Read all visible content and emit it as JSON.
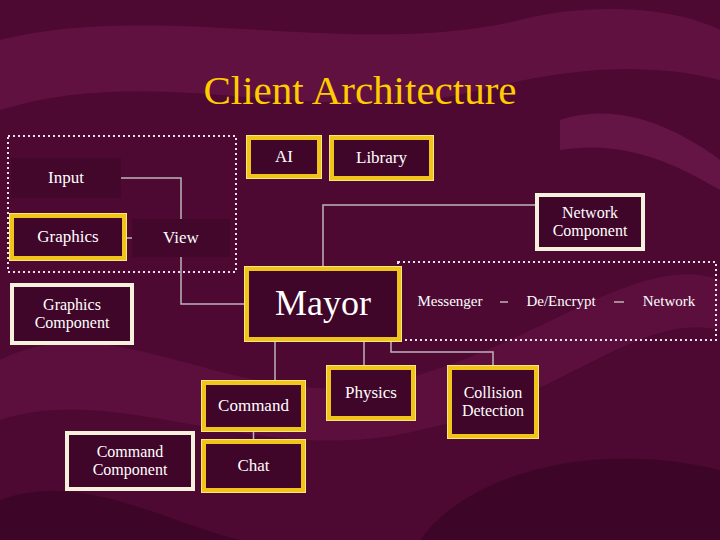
{
  "diagram": {
    "title": "Client Architecture",
    "nodes": [
      {
        "text": [
          "AI"
        ]
      },
      {
        "text": [
          "Library"
        ]
      },
      {
        "text": [
          "Input"
        ]
      },
      {
        "text": [
          "Network Component"
        ]
      },
      {
        "text": [
          "Graphics"
        ]
      },
      {
        "text": [
          "View"
        ]
      },
      {
        "text": [
          "Graphics Component"
        ]
      },
      {
        "text": [
          "Mayor"
        ]
      },
      {
        "text": [
          "Messenger"
        ]
      },
      {
        "text": [
          "De/Encrypt"
        ]
      },
      {
        "text": [
          "Network"
        ]
      },
      {
        "text": [
          "Command"
        ]
      },
      {
        "text": [
          "Physics"
        ]
      },
      {
        "text": [
          "Collision Detection"
        ]
      },
      {
        "text": [
          "Command Component"
        ]
      },
      {
        "text": [
          "Chat"
        ]
      }
    ],
    "edges": [
      {
        "from": 2,
        "to": 5,
        "arrow": "none"
      },
      {
        "from": 4,
        "to": 5,
        "arrow": "none"
      },
      {
        "from": 5,
        "to": 7,
        "arrow": "none"
      },
      {
        "from": 7,
        "to": 3,
        "arrow": "none"
      },
      {
        "from": 7,
        "to": 8,
        "arrow": "none"
      },
      {
        "from": 8,
        "to": 9,
        "arrow": "none"
      },
      {
        "from": 9,
        "to": 10,
        "arrow": "none"
      },
      {
        "from": 7,
        "to": 11,
        "arrow": "none"
      },
      {
        "from": 11,
        "to": 15,
        "arrow": "none"
      },
      {
        "from": 7,
        "to": 12,
        "arrow": "none"
      },
      {
        "from": 7,
        "to": 13,
        "arrow": "none"
      }
    ]
  }
}
